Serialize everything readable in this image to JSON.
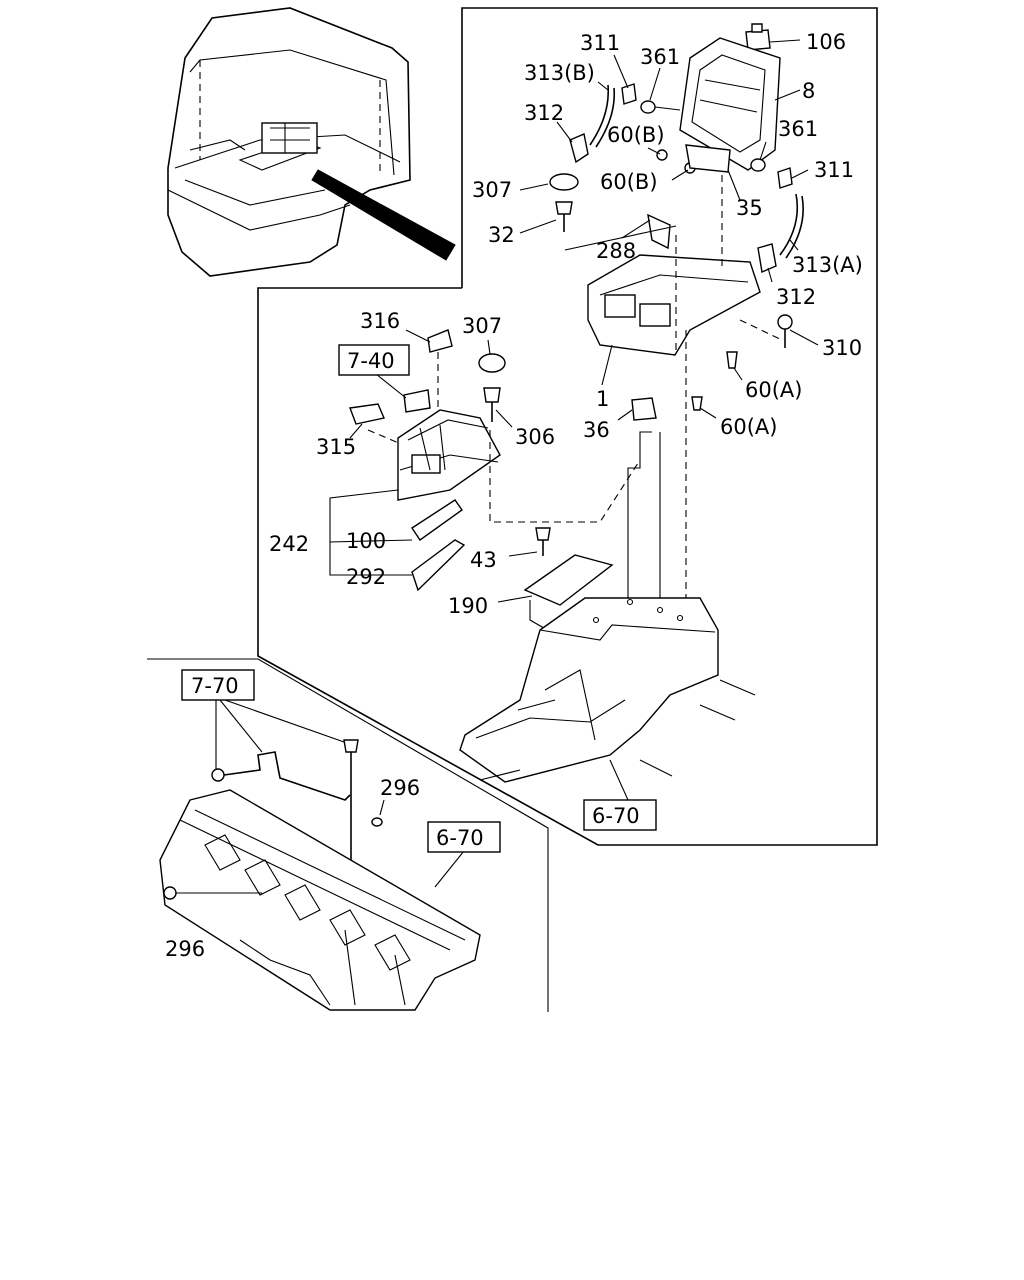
{
  "diagram": {
    "part_numbers": {
      "p106": "106",
      "p8": "8",
      "p361a": "361",
      "p361b": "361",
      "p311a": "311",
      "p311b": "311",
      "p313b": "313(B)",
      "p313a": "313(A)",
      "p312a": "312",
      "p312b": "312",
      "p60b_1": "60(B)",
      "p60b_2": "60(B)",
      "p35": "35",
      "p307a": "307",
      "p307b": "307",
      "p32": "32",
      "p288": "288",
      "p310": "310",
      "p1": "1",
      "p60a_1": "60(A)",
      "p60a_2": "60(A)",
      "p36": "36",
      "p316": "316",
      "p315": "315",
      "p306": "306",
      "p242": "242",
      "p100": "100",
      "p292": "292",
      "p43": "43",
      "p190": "190",
      "p296a": "296",
      "p296b": "296"
    },
    "section_refs": {
      "ref_7_40": "7-40",
      "ref_7_70": "7-70",
      "ref_6_70_a": "6-70",
      "ref_6_70_b": "6-70"
    }
  }
}
